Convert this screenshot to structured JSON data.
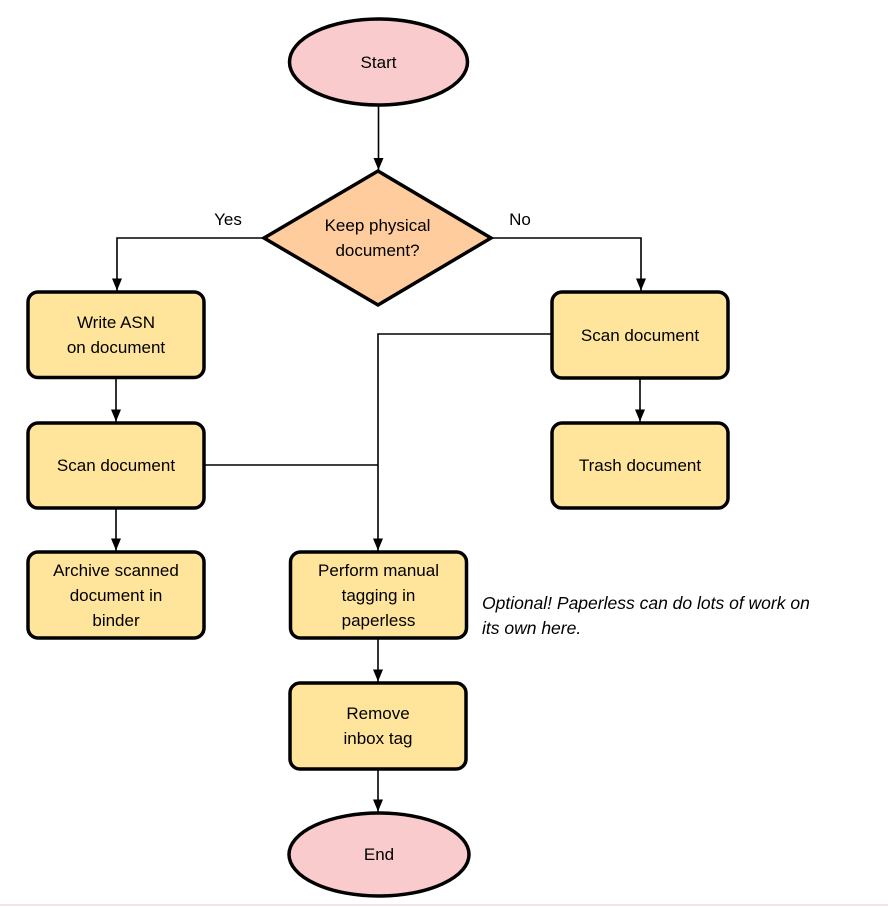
{
  "colors": {
    "background": "#ffffff",
    "terminal_fill": "#F9CBCC",
    "decision_fill": "#FFCC9E",
    "process_fill": "#FFE49C",
    "stroke": "#000000"
  },
  "nodes": {
    "start": "Start",
    "decision": "Keep physical\ndocument?",
    "write_asn": "Write ASN\non document",
    "scan_left": "Scan document",
    "archive": "Archive scanned\ndocument in\nbinder",
    "scan_right": "Scan document",
    "trash": "Trash document",
    "perform_tagging": "Perform manual\ntagging in\npaperless",
    "remove_inbox": "Remove\ninbox tag",
    "end": "End"
  },
  "edge_labels": {
    "yes": "Yes",
    "no": "No"
  },
  "note": "Optional! Paperless can do lots of work on\nits own here."
}
